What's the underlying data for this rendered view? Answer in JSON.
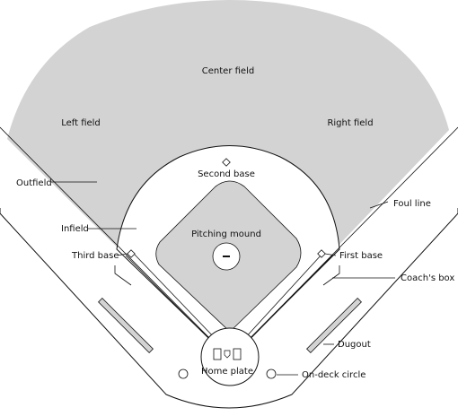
{
  "colors": {
    "field_gray": "#d3d3d3",
    "outline": "#111111",
    "background": "#ffffff"
  },
  "labels": {
    "center_field": "Center field",
    "left_field": "Left field",
    "right_field": "Right field",
    "second_base": "Second base",
    "outfield": "Outfield",
    "foul_line": "Foul line",
    "infield": "Infield",
    "pitching_mound": "Pitching mound",
    "third_base": "Third base",
    "first_base": "First base",
    "coachs_box": "Coach's box",
    "dugout": "Dugout",
    "home_plate": "Home plate",
    "on_deck_circle": "On-deck circle"
  }
}
